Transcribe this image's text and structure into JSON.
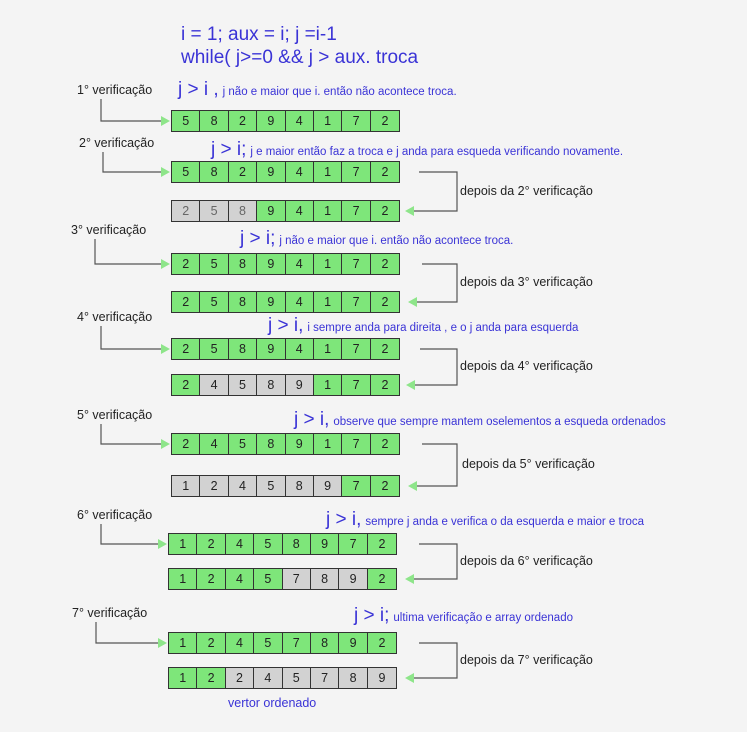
{
  "header": {
    "line1": "i = 1;  aux = i;  j =i-1",
    "line2": "while( j>=0 &&  j > aux. troca"
  },
  "steps": [
    {
      "label": "1° verificação",
      "cond": "j > i ,",
      "note": "j não e maior que i. então não acontece troca.",
      "row1": [
        "5",
        "8",
        "2",
        "9",
        "4",
        "1",
        "7",
        "2"
      ],
      "row1_colors": [
        "g",
        "g",
        "g",
        "g",
        "g",
        "g",
        "g",
        "g"
      ]
    },
    {
      "label": "2° verificação",
      "cond": "j > i;",
      "note": "j e maior então faz a troca e j anda para esqueda verificando novamente.",
      "after": "depois da 2° verificação",
      "row1": [
        "5",
        "8",
        "2",
        "9",
        "4",
        "1",
        "7",
        "2"
      ],
      "row1_colors": [
        "g",
        "g",
        "g",
        "g",
        "g",
        "g",
        "g",
        "g"
      ],
      "row2": [
        "2",
        "5",
        "8",
        "9",
        "4",
        "1",
        "7",
        "2"
      ],
      "row2_colors": [
        "s",
        "s",
        "s",
        "g",
        "g",
        "g",
        "g",
        "g"
      ]
    },
    {
      "label": "3° verificação",
      "cond": "j > i;",
      "note": "j não e maior que i. então não acontece troca.",
      "after": "depois da 3° verificação",
      "row1": [
        "2",
        "5",
        "8",
        "9",
        "4",
        "1",
        "7",
        "2"
      ],
      "row1_colors": [
        "g",
        "g",
        "g",
        "g",
        "g",
        "g",
        "g",
        "g"
      ],
      "row2": [
        "2",
        "5",
        "8",
        "9",
        "4",
        "1",
        "7",
        "2"
      ],
      "row2_colors": [
        "g",
        "g",
        "g",
        "g",
        "g",
        "g",
        "g",
        "g"
      ]
    },
    {
      "label": "4° verificação",
      "cond": "j > i,",
      "note": "i sempre anda para direita , e o j anda para esquerda",
      "after": "depois da 4° verificação",
      "row1": [
        "2",
        "5",
        "8",
        "9",
        "4",
        "1",
        "7",
        "2"
      ],
      "row1_colors": [
        "g",
        "g",
        "g",
        "g",
        "g",
        "g",
        "g",
        "g"
      ],
      "row2": [
        "2",
        "4",
        "5",
        "8",
        "9",
        "1",
        "7",
        "2"
      ],
      "row2_colors": [
        "g",
        "s",
        "s",
        "s",
        "s",
        "g",
        "g",
        "g"
      ]
    },
    {
      "label": "5° verificação",
      "cond": "j > i,",
      "note": "observe que sempre mantem oselementos a esqueda ordenados",
      "after": "depois da 5° verificação",
      "row1": [
        "2",
        "4",
        "5",
        "8",
        "9",
        "1",
        "7",
        "2"
      ],
      "row1_colors": [
        "g",
        "g",
        "g",
        "g",
        "g",
        "g",
        "g",
        "g"
      ],
      "row2": [
        "1",
        "2",
        "4",
        "5",
        "8",
        "9",
        "7",
        "2"
      ],
      "row2_colors": [
        "s",
        "s",
        "s",
        "s",
        "s",
        "s",
        "g",
        "g"
      ]
    },
    {
      "label": "6° verificação",
      "cond": "j > i,",
      "note": "sempre j anda e verifica o da esquerda e maior e troca",
      "after": "depois da 6° verificação",
      "row1": [
        "1",
        "2",
        "4",
        "5",
        "8",
        "9",
        "7",
        "2"
      ],
      "row1_colors": [
        "g",
        "g",
        "g",
        "g",
        "g",
        "g",
        "g",
        "g"
      ],
      "row2": [
        "1",
        "2",
        "4",
        "5",
        "7",
        "8",
        "9",
        "2"
      ],
      "row2_colors": [
        "g",
        "g",
        "g",
        "g",
        "s",
        "s",
        "s",
        "g"
      ]
    },
    {
      "label": "7° verificação",
      "cond": "j > i;",
      "note": "ultima verificação e array ordenado",
      "after": "depois da 7° verificação",
      "row1": [
        "1",
        "2",
        "4",
        "5",
        "7",
        "8",
        "9",
        "2"
      ],
      "row1_colors": [
        "g",
        "g",
        "g",
        "g",
        "g",
        "g",
        "g",
        "g"
      ],
      "row2": [
        "1",
        "2",
        "2",
        "4",
        "5",
        "7",
        "8",
        "9"
      ],
      "row2_colors": [
        "g",
        "g",
        "s",
        "s",
        "s",
        "s",
        "s",
        "s"
      ]
    }
  ],
  "footer": "vertor ordenado",
  "colors": {
    "accent": "#3a33d6",
    "green": "#7ee67a",
    "gray": "#d2d2d2",
    "arrow": "#8ee58a"
  }
}
